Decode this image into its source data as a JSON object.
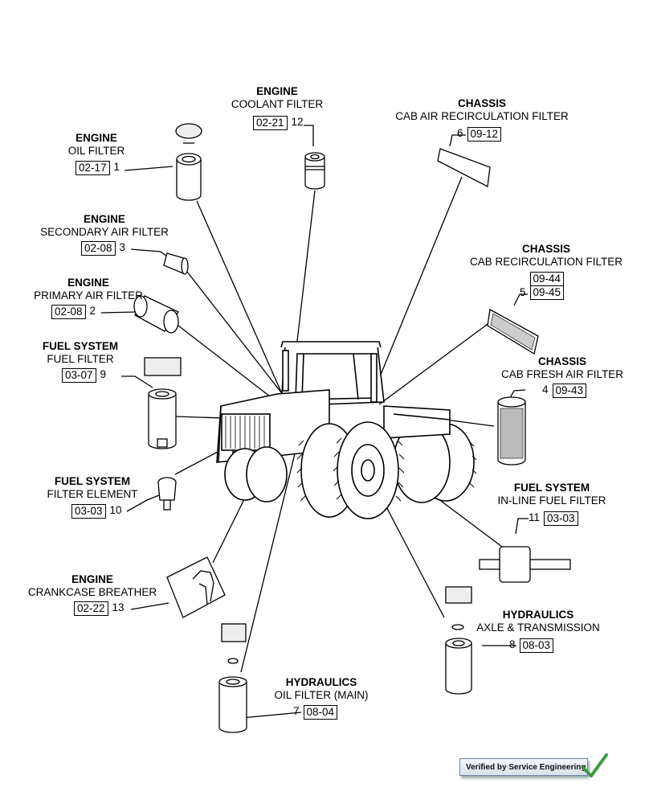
{
  "callouts": [
    {
      "id": "oil-filter",
      "title": "ENGINE",
      "subtitle": "OIL FILTER",
      "ref": "02-17",
      "item": "1"
    },
    {
      "id": "coolant-filter",
      "title": "ENGINE",
      "subtitle": "COOLANT FILTER",
      "ref": "02-21",
      "item": "12"
    },
    {
      "id": "cab-air-recirc",
      "title": "CHASSIS",
      "subtitle": "CAB AIR RECIRCULATION FILTER",
      "ref": "09-12",
      "item": "6"
    },
    {
      "id": "secondary-air",
      "title": "ENGINE",
      "subtitle": "SECONDARY AIR FILTER",
      "ref": "02-08",
      "item": "3"
    },
    {
      "id": "cab-recirc",
      "title": "CHASSIS",
      "subtitle": "CAB RECIRCULATION FILTER",
      "refs": [
        "09-44",
        "09-45"
      ],
      "item": "5"
    },
    {
      "id": "primary-air",
      "title": "ENGINE",
      "subtitle": "PRIMARY AIR FILTER",
      "ref": "02-08",
      "item": "2"
    },
    {
      "id": "fuel-filter",
      "title": "FUEL SYSTEM",
      "subtitle": "FUEL FILTER",
      "ref": "03-07",
      "item": "9"
    },
    {
      "id": "cab-fresh-air",
      "title": "CHASSIS",
      "subtitle": "CAB FRESH AIR FILTER",
      "ref": "09-43",
      "item": "4"
    },
    {
      "id": "filter-element",
      "title": "FUEL SYSTEM",
      "subtitle": "FILTER ELEMENT",
      "ref": "03-03",
      "item": "10"
    },
    {
      "id": "inline-fuel",
      "title": "FUEL SYSTEM",
      "subtitle": "IN-LINE FUEL FILTER",
      "ref": "03-03",
      "item": "11"
    },
    {
      "id": "crankcase",
      "title": "ENGINE",
      "subtitle": "CRANKCASE BREATHER",
      "ref": "02-22",
      "item": "13"
    },
    {
      "id": "axle-trans",
      "title": "HYDRAULICS",
      "subtitle": "AXLE & TRANSMISSION",
      "ref": "08-03",
      "item": "8"
    },
    {
      "id": "hyd-oil",
      "title": "HYDRAULICS",
      "subtitle": "OIL FILTER (MAIN)",
      "ref": "08-04",
      "item": "7"
    }
  ],
  "badge": {
    "text": "Verified by Service Engineering"
  }
}
